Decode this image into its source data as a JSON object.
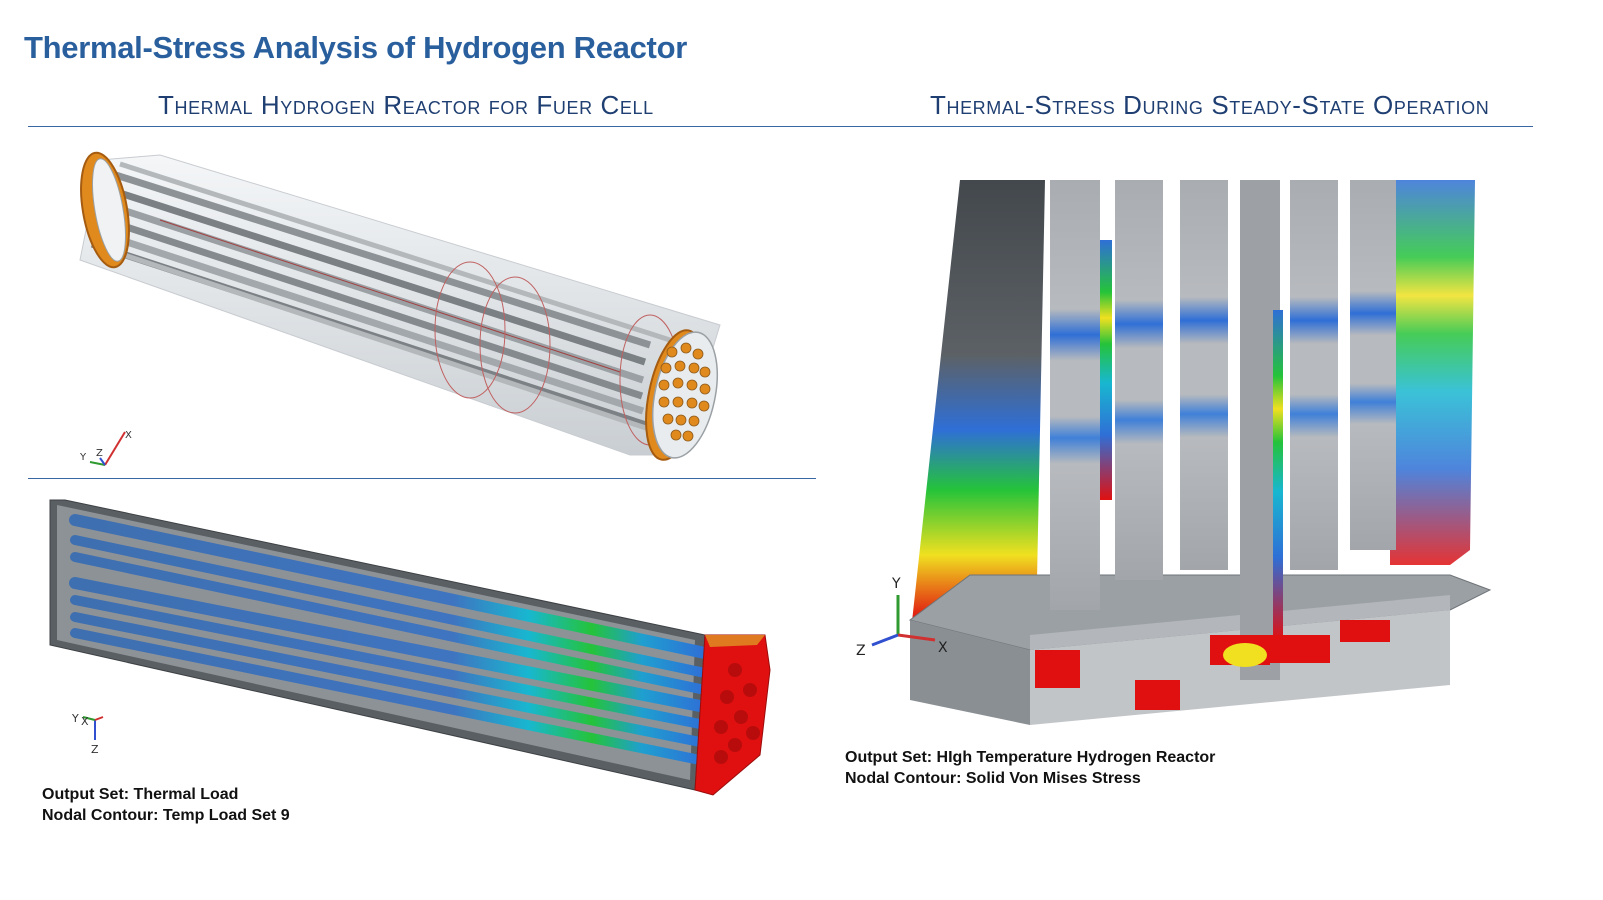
{
  "page": {
    "title": "Thermal-Stress Analysis of Hydrogen Reactor",
    "title_color": "#2a5f9e",
    "heading_color": "#1f3f72",
    "rule_color": "#3a67a3"
  },
  "left_panel": {
    "heading": "Thermal Hydrogen Reactor for Fuer Cell",
    "top_view": {
      "axis_triad": {
        "x": "X",
        "y": "Y",
        "z": "Z"
      },
      "flange_color": "#e08a1e"
    },
    "bottom_view": {
      "axis_triad": {
        "x": "X",
        "y": "Y",
        "z": "Z"
      },
      "caption": {
        "output_set": "Output Set: Thermal Load",
        "nodal_contour": "Nodal Contour: Temp Load Set 9"
      }
    }
  },
  "right_panel": {
    "heading": "Thermal-Stress During Steady-State Operation",
    "axis_triad": {
      "x": "X",
      "y": "Y",
      "z": "Z"
    },
    "caption": {
      "output_set": "Output Set: HIgh Temperature Hydrogen Reactor",
      "nodal_contour": "Nodal Contour: Solid Von Mises Stress"
    }
  },
  "contour_colors": {
    "low": "#2f6fd6",
    "mid_low": "#18b7d0",
    "mid": "#25c33a",
    "mid_high": "#f0e020",
    "high": "#e01010",
    "neutral": "#b9bcc0"
  }
}
